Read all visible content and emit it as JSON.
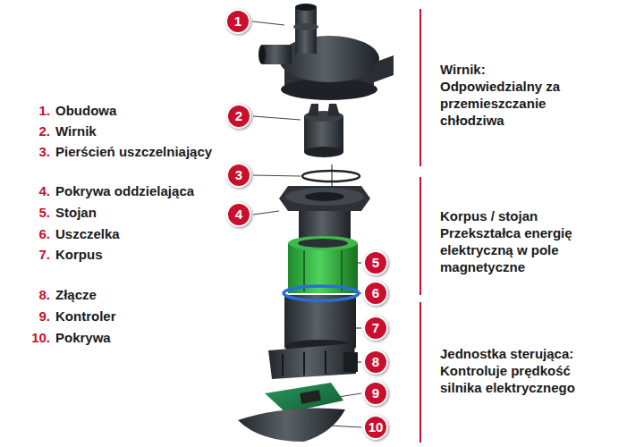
{
  "diagram": {
    "nodes": [
      {
        "text": [
          "1"
        ]
      },
      {
        "text": [
          "2"
        ]
      },
      {
        "text": [
          "3"
        ]
      },
      {
        "text": [
          "4"
        ]
      },
      {
        "text": [
          "5"
        ]
      },
      {
        "text": [
          "6"
        ]
      },
      {
        "text": [
          "7"
        ]
      },
      {
        "text": [
          "8"
        ]
      },
      {
        "text": [
          "9"
        ]
      },
      {
        "text": [
          "10"
        ]
      }
    ],
    "labels": [
      "1.",
      "Obudowa",
      "2.",
      "Wirnik",
      "3.",
      "Pierścień uszczelniający",
      "4.",
      "Pokrywa oddzielająca",
      "5.",
      "Stojan",
      "6.",
      "Uszczelka",
      "7.",
      "Korpus",
      "8.",
      "Złącze",
      "9.",
      "Kontroler",
      "10.",
      "Pokrywa",
      "Wirnik:",
      "Odpowiedzialny za przemieszczanie chłodziwa",
      "Korpus / stojan",
      "Przekształca energię elektryczną w pole magnetyczne",
      "Jednostka sterująca:",
      "Kontroluje prędkość silnika elektrycznego"
    ]
  }
}
